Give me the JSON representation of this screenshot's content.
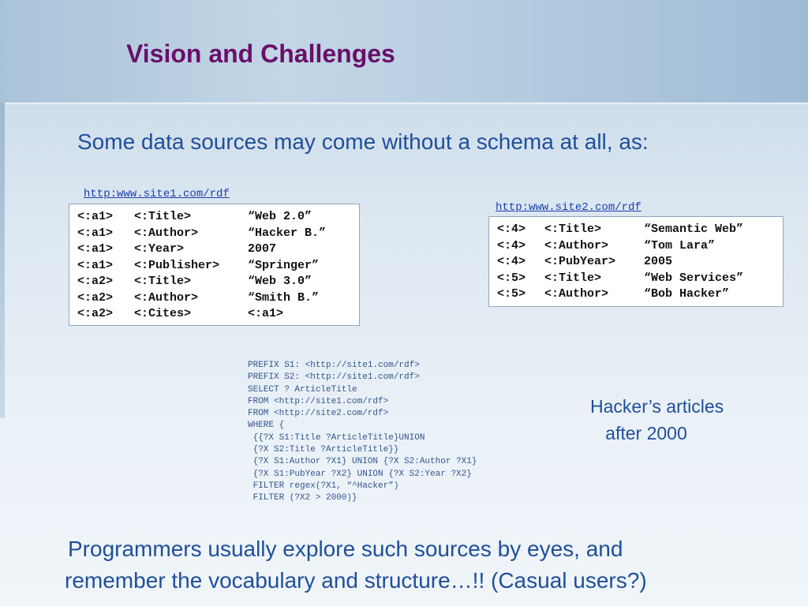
{
  "slide": {
    "title": "Vision and Challenges",
    "subtitle": "Some data sources may come without a schema at all, as:"
  },
  "source1": {
    "label": "http:www.site1.com/rdf",
    "rows": [
      [
        "<:a1>",
        "<:Title>",
        "“Web 2.0”"
      ],
      [
        "<:a1>",
        "<:Author>",
        "“Hacker B.”"
      ],
      [
        "<:a1>",
        "<:Year>",
        "2007"
      ],
      [
        "<:a1>",
        "<:Publisher>",
        "“Springer”"
      ],
      [
        "<:a2>",
        "<:Title>",
        "“Web 3.0”"
      ],
      [
        "<:a2>",
        "<:Author>",
        "“Smith B.”"
      ],
      [
        "<:a2>",
        "<:Cites>",
        "<:a1>"
      ]
    ]
  },
  "source2": {
    "label": "http:www.site2.com/rdf",
    "rows": [
      [
        "<:4>",
        "<:Title>",
        "“Semantic Web”"
      ],
      [
        "<:4>",
        "<:Author>",
        "“Tom Lara”"
      ],
      [
        "<:4>",
        "<:PubYear>",
        "2005"
      ],
      [
        "<:5>",
        "<:Title>",
        "“Web Services”"
      ],
      [
        "<:5>",
        "<:Author>",
        "“Bob Hacker”"
      ]
    ]
  },
  "query": {
    "lines": [
      "PREFIX S1: <http://site1.com/rdf>",
      "PREFIX S2: <http://site1.com/rdf>",
      "SELECT ? ArticleTitle",
      "FROM <http://site1.com/rdf>",
      "FROM <http://site2.com/rdf>",
      "WHERE {",
      " {{?X S1:Title ?ArticleTitle}UNION",
      " {?X S2:Title ?ArticleTitle}}",
      " {?X S1:Author ?X1} UNION {?X S2:Author ?X1}",
      " {?X S1:PubYear ?X2} UNION {?X S2:Year ?X2}",
      " FILTER regex(?X1, “^Hacker”)",
      " FILTER (?X2 > 2000)}"
    ]
  },
  "note": {
    "lines": [
      "Hacker’s articles",
      "   after 2000"
    ]
  },
  "footer": {
    "lines": [
      "Programmers usually explore such sources by eyes, and",
      "remember the vocabulary and structure…!! (Casual users?)"
    ]
  }
}
